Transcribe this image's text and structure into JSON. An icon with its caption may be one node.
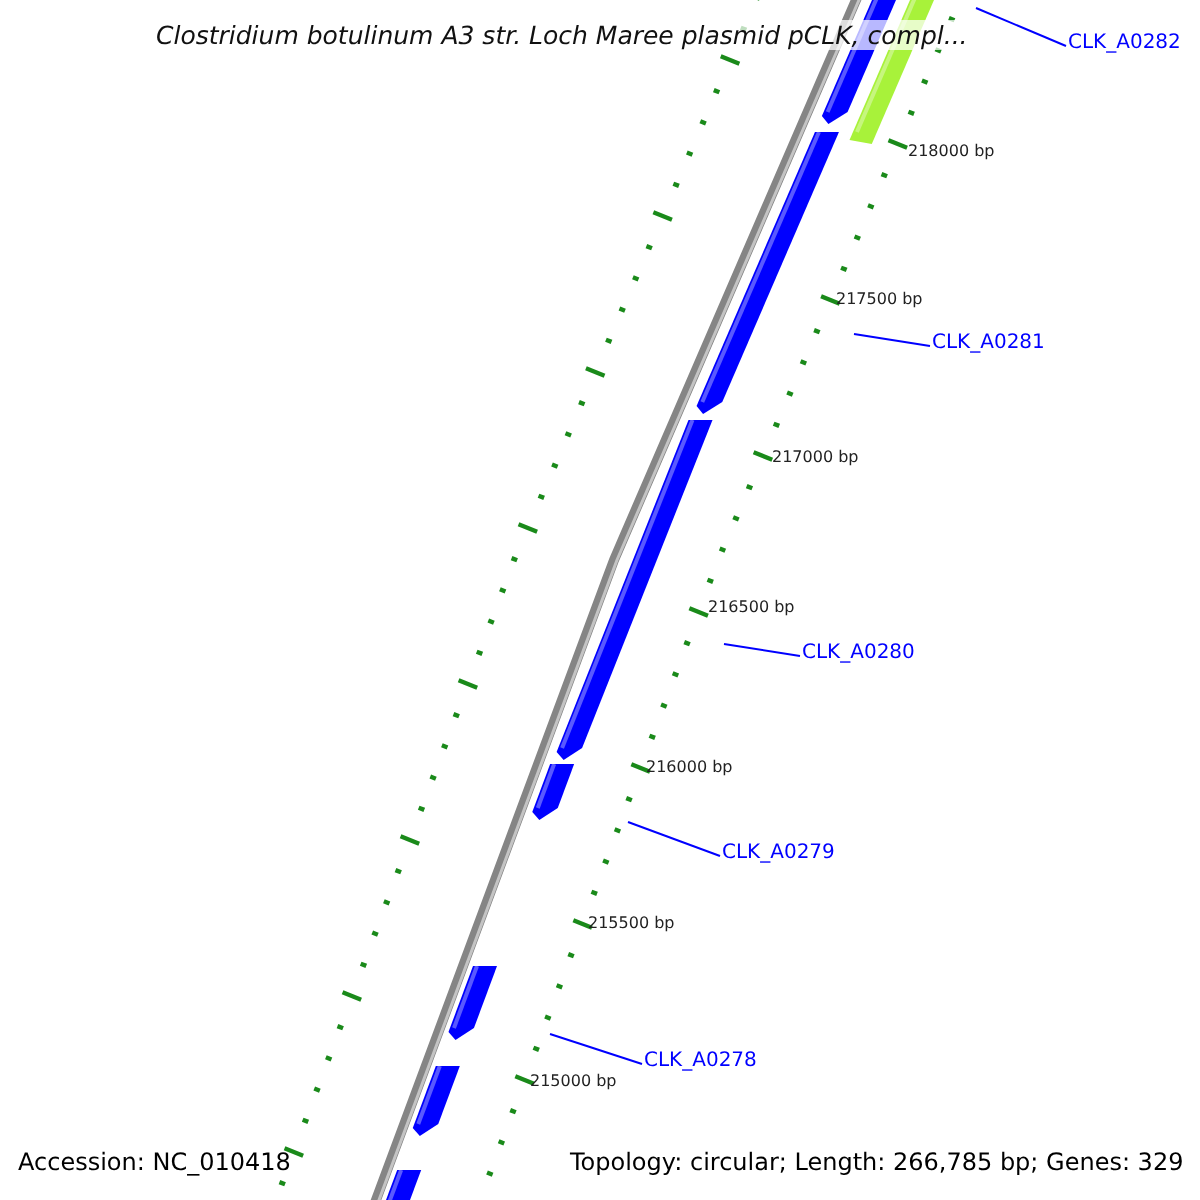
{
  "diagram": {
    "title": "Clostridium botulinum A3 str. Loch Maree plasmid pCLK, compl...",
    "nodes": [
      {
        "text": [
          "CLK_A0282"
        ]
      },
      {
        "text": [
          "CLK_A0281"
        ]
      },
      {
        "text": [
          "CLK_A0280"
        ]
      },
      {
        "text": [
          "CLK_A0279"
        ]
      },
      {
        "text": [
          "CLK_A0278"
        ]
      }
    ],
    "edges": [
      {
        "from": 0,
        "to": null,
        "arrow": "none"
      },
      {
        "from": 1,
        "to": null,
        "arrow": "none"
      },
      {
        "from": 2,
        "to": null,
        "arrow": "none"
      },
      {
        "from": 3,
        "to": null,
        "arrow": "none"
      },
      {
        "from": 4,
        "to": null,
        "arrow": "none"
      }
    ],
    "labels": [
      "218000 bp",
      "217500 bp",
      "217000 bp",
      "216500 bp",
      "216000 bp",
      "215500 bp",
      "215000 bp",
      "Accession: NC_010418",
      "Topology: circular; Length: 266,785 bp; Genes: 329"
    ]
  }
}
